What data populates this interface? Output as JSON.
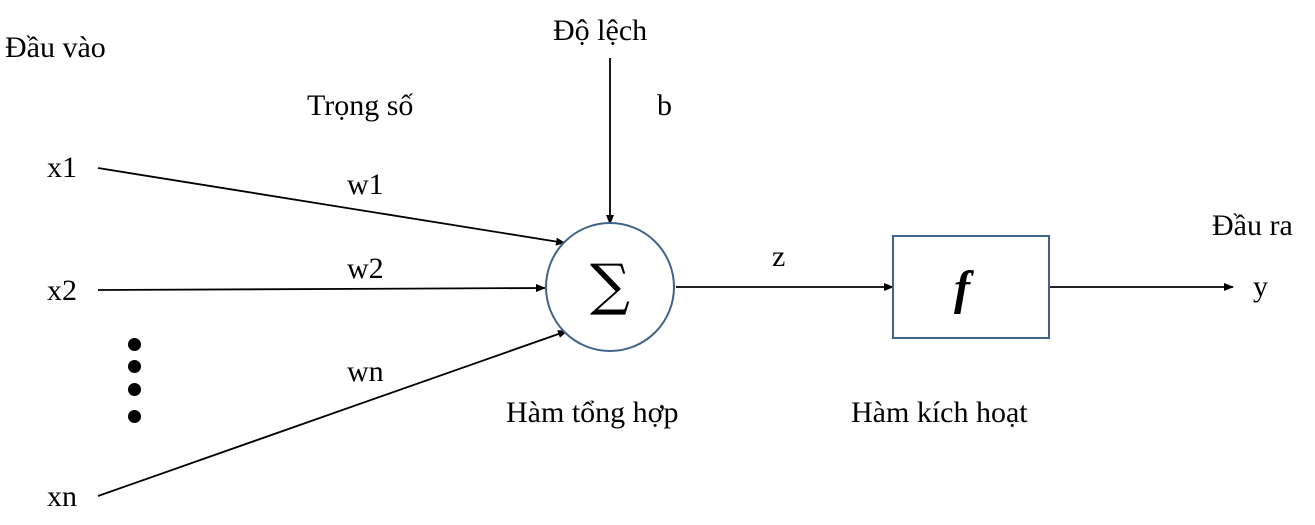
{
  "labels": {
    "input_title": "Đầu vào",
    "bias_title": "Độ lệch",
    "bias_symbol": "b",
    "weights_title": "Trọng số",
    "x1": "x1",
    "x2": "x2",
    "xn": "xn",
    "w1": "w1",
    "w2": "w2",
    "wn": "wn",
    "summation_symbol": "∑",
    "summation_caption": "Hàm tổng hợp",
    "z": "z",
    "activation_symbol": "f",
    "activation_caption": "Hàm kích hoạt",
    "output_title": "Đầu ra",
    "output_symbol": "y"
  },
  "colors": {
    "node_stroke": "#41638a",
    "line": "#000000",
    "text": "#000000"
  }
}
